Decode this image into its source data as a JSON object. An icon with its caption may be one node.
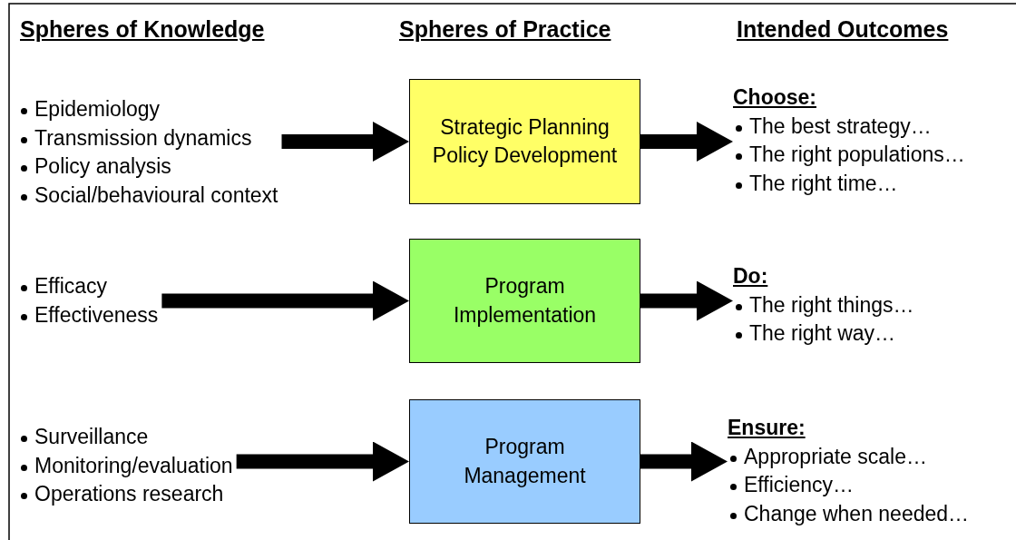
{
  "diagram": {
    "nodes": [
      {
        "text": [
          "Epidemiology",
          "Transmission dynamics",
          "Policy analysis",
          "Social/behavioural context"
        ]
      },
      {
        "text": [
          "Strategic Planning",
          "Policy Development"
        ]
      },
      {
        "text": [
          "Choose:",
          "The best strategy…",
          "The right populations…",
          "The right time…"
        ]
      },
      {
        "text": [
          "Efficacy",
          "Effectiveness"
        ]
      },
      {
        "text": [
          "Program Implementation"
        ]
      },
      {
        "text": [
          "Do:",
          "The right things…",
          "The right way…"
        ]
      },
      {
        "text": [
          "Surveillance",
          "Monitoring/evaluation",
          "Operations research"
        ]
      },
      {
        "text": [
          "Program Management"
        ]
      },
      {
        "text": [
          "Ensure:",
          "Appropriate scale…",
          "Efficiency…",
          "Change when needed…"
        ]
      }
    ],
    "edges": [
      {
        "from": 0,
        "to": 1,
        "arrow": "to"
      },
      {
        "from": 1,
        "to": 2,
        "arrow": "to"
      },
      {
        "from": 3,
        "to": 4,
        "arrow": "to"
      },
      {
        "from": 4,
        "to": 5,
        "arrow": "to"
      },
      {
        "from": 6,
        "to": 7,
        "arrow": "to"
      },
      {
        "from": 7,
        "to": 8,
        "arrow": "to"
      }
    ],
    "labels": [
      "Spheres of Knowledge",
      "Spheres of Practice",
      "Intended Outcomes"
    ]
  }
}
